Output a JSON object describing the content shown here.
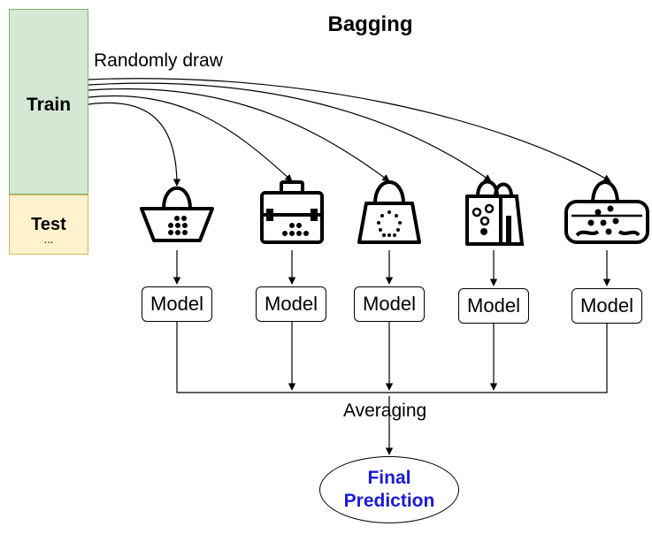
{
  "title": "Bagging",
  "train_label": "Train",
  "test_label": "Test",
  "test_ellipsis": "...",
  "randomly_draw_label": "Randomly draw",
  "averaging_label": "Averaging",
  "final_prediction": {
    "line1": "Final",
    "line2": "Prediction"
  },
  "models": [
    {
      "label": "Model",
      "bag_icon": "basket-icon"
    },
    {
      "label": "Model",
      "bag_icon": "briefcase-icon"
    },
    {
      "label": "Model",
      "bag_icon": "handbag-icon"
    },
    {
      "label": "Model",
      "bag_icon": "shopping-bag-icon"
    },
    {
      "label": "Model",
      "bag_icon": "duffel-bag-icon"
    }
  ],
  "colors": {
    "train_fill": "#d5e8d4",
    "train_border": "#82b366",
    "test_fill": "#fff2cc",
    "test_border": "#d6b656",
    "final_text": "#1a1ad6"
  }
}
